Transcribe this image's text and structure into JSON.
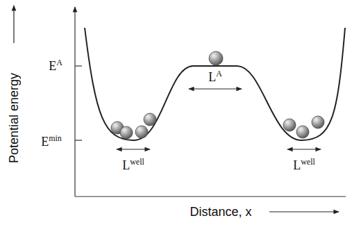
{
  "diagram": {
    "labels": [
      "Potential energy",
      "EA",
      "Emin",
      "LA",
      "Lwell",
      "Lwell",
      "Distance, x"
    ]
  }
}
